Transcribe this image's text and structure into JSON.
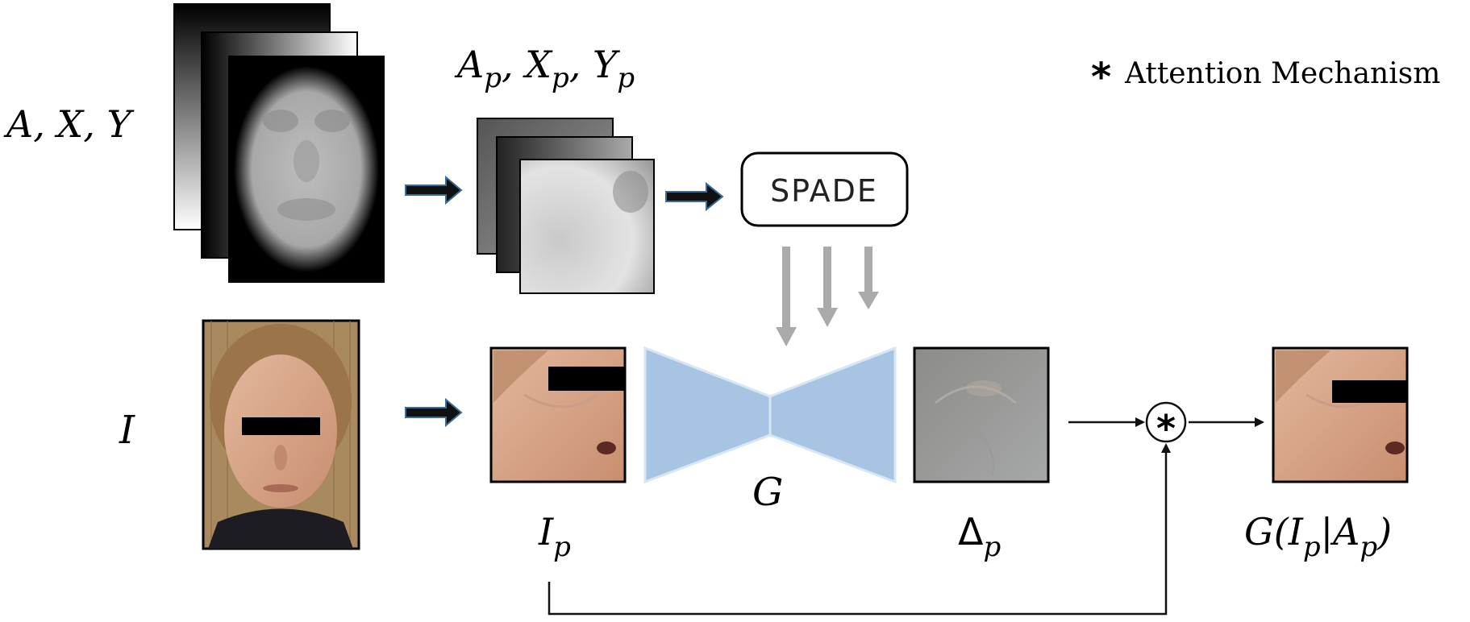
{
  "labels": {
    "maps_input": "A, X, Y",
    "maps_patch_parts": [
      {
        "base": "A",
        "sub": "p"
      },
      {
        "base": "X",
        "sub": "p"
      },
      {
        "base": "Y",
        "sub": "p"
      }
    ],
    "spade": "SPADE",
    "legend_symbol": "*",
    "legend_text": "Attention Mechanism",
    "input_image": "I",
    "patch": {
      "base": "I",
      "sub": "p"
    },
    "generator": "G",
    "delta": {
      "base": "Δ",
      "sub": "p"
    },
    "output": {
      "prefix": "G(",
      "base1": "I",
      "sub1": "p",
      "sep": "|",
      "base2": "A",
      "sub2": "p",
      "suffix": ")"
    },
    "operator_symbol": "*"
  },
  "colors": {
    "generator_fill": "#a7c4e3",
    "generator_stroke": "#d6e6f5",
    "spade_arrow": "#aaaaaa",
    "block_arrow": "#111111",
    "block_arrow_edge": "#3b6d9c",
    "skin": "#d9a88a",
    "censor_bar": "#000000"
  },
  "icons": {
    "block_arrow": "thick-right-arrow-icon",
    "spade_arrow": "down-arrow-icon",
    "operator": "circled-asterisk-icon"
  }
}
